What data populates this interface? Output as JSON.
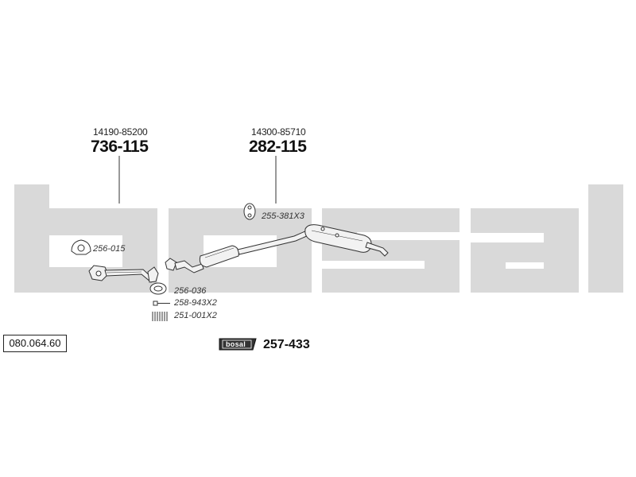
{
  "catalog_number": "080.064.60",
  "brand": {
    "name": "bosal",
    "watermark_color": "#d9d9d9",
    "badge_color": "#333333"
  },
  "parts": {
    "front_pipe": {
      "oe_number": "14190-85200",
      "part_number": "736-115"
    },
    "rear_silencer": {
      "oe_number": "14300-85710",
      "part_number": "282-115"
    }
  },
  "accessories": [
    {
      "code": "256-015",
      "icon": "gasket-icon"
    },
    {
      "code": "255-381X3",
      "icon": "rubber-hanger-icon"
    },
    {
      "code": "256-036",
      "icon": "ring-gasket-icon"
    },
    {
      "code": "258-943X2",
      "icon": "bolt-icon"
    },
    {
      "code": "251-001X2",
      "icon": "spring-icon"
    }
  ],
  "mounting_kit": {
    "badge_label": "bosal",
    "number": "257-433"
  }
}
